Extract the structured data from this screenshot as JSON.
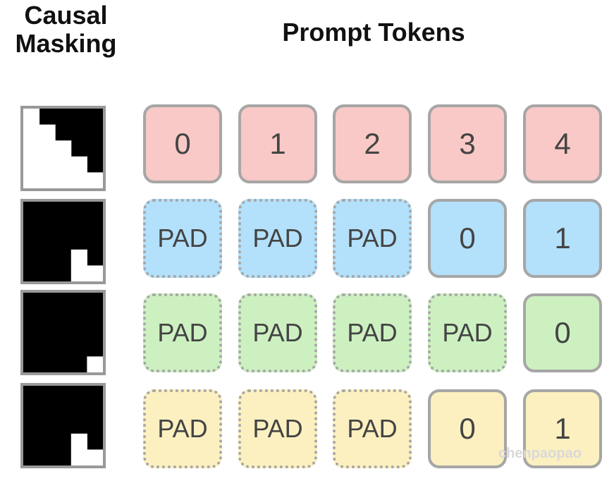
{
  "titles": {
    "causal_masking": "Causal Masking",
    "prompt_tokens": "Prompt Tokens"
  },
  "watermark": "chenpaopao",
  "colors": {
    "row0": "#f8c9c6",
    "row1": "#b3e0fa",
    "row2": "#cdf0c1",
    "row3": "#fcf0c0",
    "border": "#a6a6a6",
    "mask_border": "#999999"
  },
  "masks": [
    {
      "grid": [
        [
          1,
          0,
          0,
          0,
          0
        ],
        [
          1,
          1,
          0,
          0,
          0
        ],
        [
          1,
          1,
          1,
          0,
          0
        ],
        [
          1,
          1,
          1,
          1,
          0
        ],
        [
          1,
          1,
          1,
          1,
          1
        ]
      ]
    },
    {
      "grid": [
        [
          0,
          0,
          0,
          0,
          0
        ],
        [
          0,
          0,
          0,
          0,
          0
        ],
        [
          0,
          0,
          0,
          0,
          0
        ],
        [
          0,
          0,
          0,
          1,
          0
        ],
        [
          0,
          0,
          0,
          1,
          1
        ]
      ]
    },
    {
      "grid": [
        [
          0,
          0,
          0,
          0,
          0
        ],
        [
          0,
          0,
          0,
          0,
          0
        ],
        [
          0,
          0,
          0,
          0,
          0
        ],
        [
          0,
          0,
          0,
          0,
          0
        ],
        [
          0,
          0,
          0,
          0,
          1
        ]
      ]
    },
    {
      "grid": [
        [
          0,
          0,
          0,
          0,
          0
        ],
        [
          0,
          0,
          0,
          0,
          0
        ],
        [
          0,
          0,
          0,
          0,
          0
        ],
        [
          0,
          0,
          0,
          1,
          0
        ],
        [
          0,
          0,
          0,
          1,
          1
        ]
      ]
    }
  ],
  "rows": [
    {
      "tokens": [
        {
          "label": "0",
          "pad": false
        },
        {
          "label": "1",
          "pad": false
        },
        {
          "label": "2",
          "pad": false
        },
        {
          "label": "3",
          "pad": false
        },
        {
          "label": "4",
          "pad": false
        }
      ]
    },
    {
      "tokens": [
        {
          "label": "PAD",
          "pad": true
        },
        {
          "label": "PAD",
          "pad": true
        },
        {
          "label": "PAD",
          "pad": true
        },
        {
          "label": "0",
          "pad": false
        },
        {
          "label": "1",
          "pad": false
        }
      ]
    },
    {
      "tokens": [
        {
          "label": "PAD",
          "pad": true
        },
        {
          "label": "PAD",
          "pad": true
        },
        {
          "label": "PAD",
          "pad": true
        },
        {
          "label": "PAD",
          "pad": true
        },
        {
          "label": "0",
          "pad": false
        }
      ]
    },
    {
      "tokens": [
        {
          "label": "PAD",
          "pad": true
        },
        {
          "label": "PAD",
          "pad": true
        },
        {
          "label": "PAD",
          "pad": true
        },
        {
          "label": "0",
          "pad": false
        },
        {
          "label": "1",
          "pad": false
        }
      ]
    }
  ]
}
